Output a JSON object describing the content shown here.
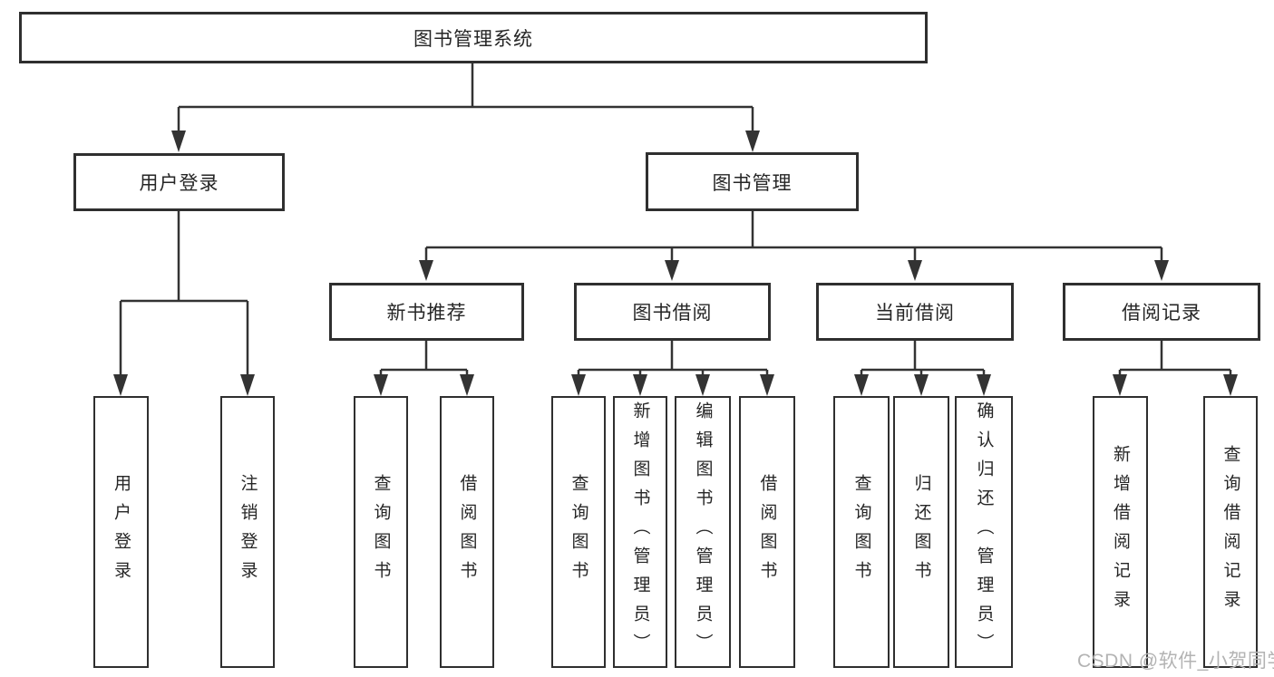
{
  "diagram": {
    "root_label": "图书管理系统",
    "level2": [
      {
        "label": "用户登录"
      },
      {
        "label": "图书管理"
      }
    ],
    "level3": [
      {
        "label": "新书推荐"
      },
      {
        "label": "图书借阅"
      },
      {
        "label": "当前借阅"
      },
      {
        "label": "借阅记录"
      }
    ],
    "leaves": [
      {
        "label": "用户登录"
      },
      {
        "label": "注销登录"
      },
      {
        "label": "查询图书"
      },
      {
        "label": "借阅图书"
      },
      {
        "label": "查询图书"
      },
      {
        "label": "新增图书（管理员）"
      },
      {
        "label": "编辑图书（管理员）"
      },
      {
        "label": "借阅图书"
      },
      {
        "label": "查询图书"
      },
      {
        "label": "归还图书"
      },
      {
        "label": "确认归还（管理员）"
      },
      {
        "label": "新增借阅记录"
      },
      {
        "label": "查询借阅记录"
      }
    ],
    "watermark": "CSDN @软件_小贺同学",
    "colors": {
      "line": "#333333",
      "box_border": "#2f2f2f",
      "text": "#262626",
      "watermark": "#b3b3b3",
      "background": "#ffffff"
    }
  }
}
